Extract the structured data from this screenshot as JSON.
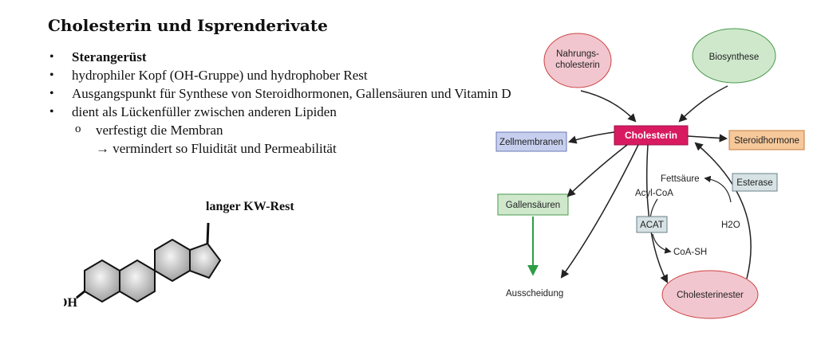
{
  "title": "Cholesterin und Isprenderivate",
  "bullets": [
    "Sterangerüst",
    "hydrophiler Kopf (OH-Gruppe) und hydrophober Rest",
    "Ausgangspunkt für Synthese von Steroidhormonen, Gallensäuren und Vitamin D",
    "dient als Lückenfüller zwischen anderen Lipiden"
  ],
  "sub_bullets": [
    "verfestigt die Membran",
    "→ vermindert so Fluidität und Permeabilität"
  ],
  "molecule": {
    "label_top": "langer KW-Rest",
    "label_oh": "OH"
  },
  "diagram": {
    "nahrungs_line1": "Nahrungs-",
    "nahrungs_line2": "cholesterin",
    "biosynthese": "Biosynthese",
    "cholesterin": "Cholesterin",
    "zellmembranen": "Zellmembranen",
    "steroidhormone": "Steroidhormone",
    "fettsaeure": "Fettsäure",
    "esterase": "Esterase",
    "acyl_coa": "Acyl-CoA",
    "acat": "ACAT",
    "h2o": "H2O",
    "coa_sh": "CoA-SH",
    "gallensaeuren": "Gallensäuren",
    "ausscheidung": "Ausscheidung",
    "cholesterinester": "Cholesterinester"
  },
  "colors": {
    "ellipse_pink": "#f2c6cf",
    "ellipse_green": "#cfe8cc",
    "cholesterin_box": "#d81b60",
    "steroid_box": "#f6c89a",
    "zell_box": "#c7cfee",
    "galle_box": "#cfe8cc",
    "esterase_box": "#d7e2e4",
    "green_arrow": "#2e9e45"
  }
}
